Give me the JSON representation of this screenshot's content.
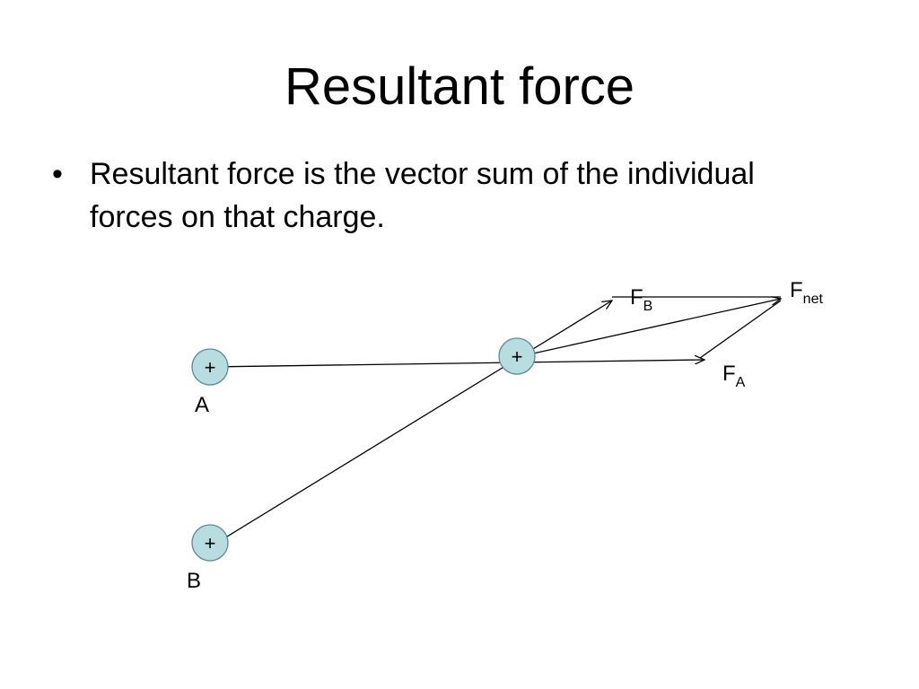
{
  "slide": {
    "title": "Resultant force",
    "bullets": [
      "Resultant force is the vector sum of the individual forces on that charge."
    ],
    "bullet_symbol": "•"
  },
  "diagram": {
    "charges": [
      {
        "id": "A",
        "sign": "+",
        "label": "A"
      },
      {
        "id": "B",
        "sign": "+",
        "label": "B"
      },
      {
        "id": "test",
        "sign": "+",
        "label": ""
      }
    ],
    "vectors": {
      "fa": {
        "base": "F",
        "sub": "A"
      },
      "fb": {
        "base": "F",
        "sub": "B"
      },
      "fnet": {
        "base": "F",
        "sub": "net"
      }
    },
    "colors": {
      "charge_fill": "#b7dde0",
      "charge_stroke": "#5d8a96",
      "line": "#000000"
    }
  }
}
